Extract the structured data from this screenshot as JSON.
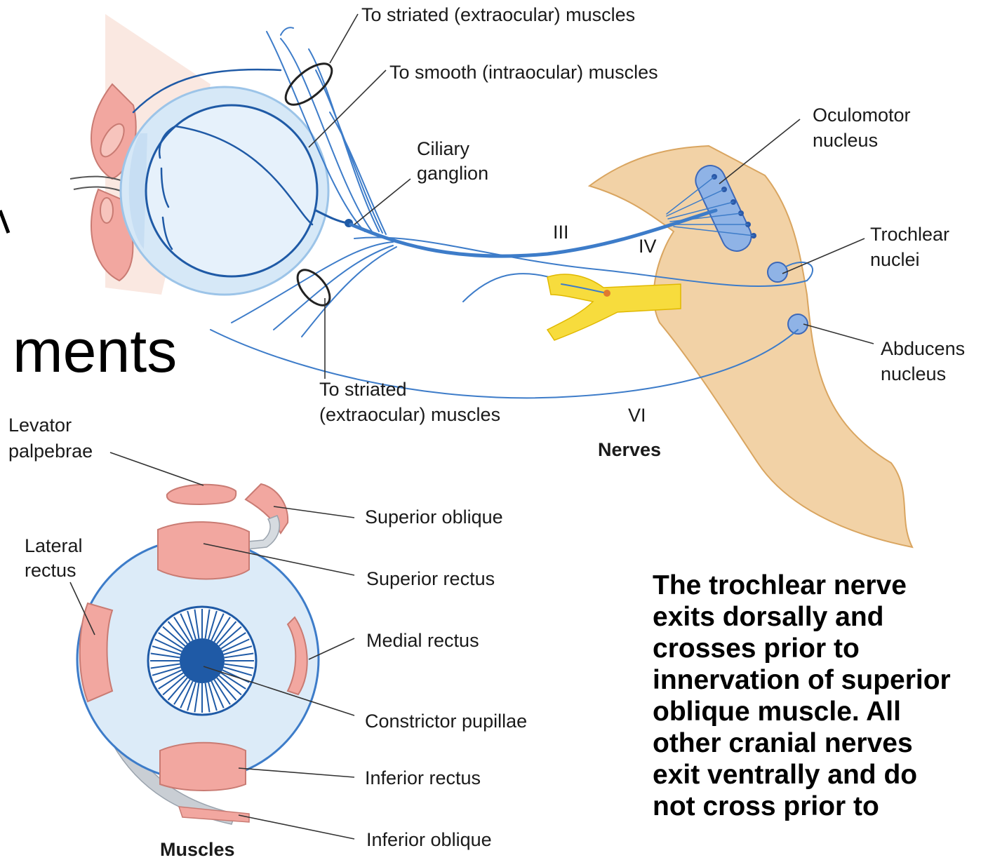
{
  "background_fragment": "ments",
  "labels": {
    "striated_top": "To striated (extraocular) muscles",
    "smooth": "To smooth (intraocular) muscles",
    "ciliary_1": "Ciliary",
    "ciliary_2": "ganglion",
    "oculomotor_1": "Oculomotor",
    "oculomotor_2": "nucleus",
    "trochlear_1": "Trochlear",
    "trochlear_2": "nuclei",
    "abducens_1": "Abducens",
    "abducens_2": "nucleus",
    "nerve_III": "III",
    "nerve_IV": "IV",
    "nerve_VI": "VI",
    "striated_bottom_1": "To striated",
    "striated_bottom_2": "(extraocular) muscles",
    "nerves_heading": "Nerves",
    "levator_1": "Levator",
    "levator_2": "palpebrae",
    "lateral_1": "Lateral",
    "lateral_2": "rectus",
    "superior_oblique": "Superior oblique",
    "superior_rectus": "Superior rectus",
    "medial_rectus": "Medial rectus",
    "constrictor": "Constrictor pupillae",
    "inferior_rectus": "Inferior rectus",
    "inferior_oblique": "Inferior oblique",
    "muscles_heading": "Muscles"
  },
  "caption": "The trochlear nerve\nexits dorsally and\ncrosses prior to\ninnervation of superior\noblique muscle.  All\nother cranial nerves\nexit ventrally and do\nnot cross prior to",
  "colors": {
    "nerve": "#3d7cc9",
    "brainstem": "#f2d2a6",
    "eyeball": "#dcebf8",
    "muscle": "#f2a7a0",
    "ganglion": "#f7dc3d"
  }
}
